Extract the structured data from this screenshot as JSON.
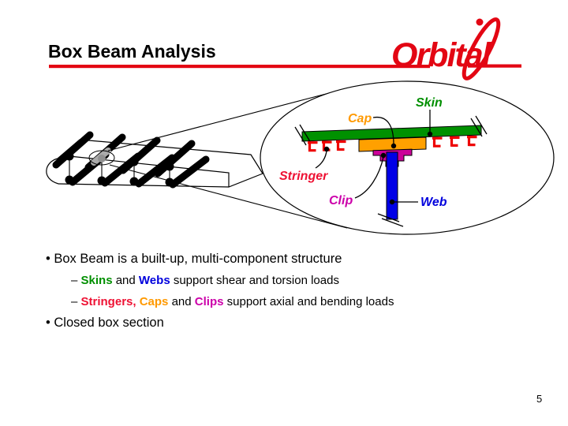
{
  "slide": {
    "title": "Box Beam Analysis",
    "page_number": "5",
    "logo_text": "Orbital"
  },
  "diagram": {
    "labels": {
      "skin": "Skin",
      "cap": "Cap",
      "stringer": "Stringer",
      "clip": "Clip",
      "web": "Web"
    },
    "colors": {
      "skin_green": "#009100",
      "cap_orange": "#ffa000",
      "stringer_red": "#ee0000",
      "clip_magenta": "#cc0099",
      "web_blue": "#0000e6",
      "brand_red": "#e30613",
      "label_skin": "#008f00",
      "label_cap": "#ff9900",
      "label_stringer": "#ee1133",
      "label_clip": "#cc00aa",
      "label_web": "#0000dd"
    }
  },
  "bullets": {
    "marker_bullet": "•",
    "marker_dash": "–",
    "item1": "Box Beam is a built-up, multi-component structure",
    "sub1": {
      "skins": "Skins",
      "mid": " and ",
      "webs": "Webs",
      "rest": " support shear and torsion loads"
    },
    "sub2": {
      "stringers": "Stringers,",
      "caps": " Caps",
      "mid": " and ",
      "clips": "Clips",
      "rest": " support axial and bending loads"
    },
    "item2": "Closed box section"
  }
}
